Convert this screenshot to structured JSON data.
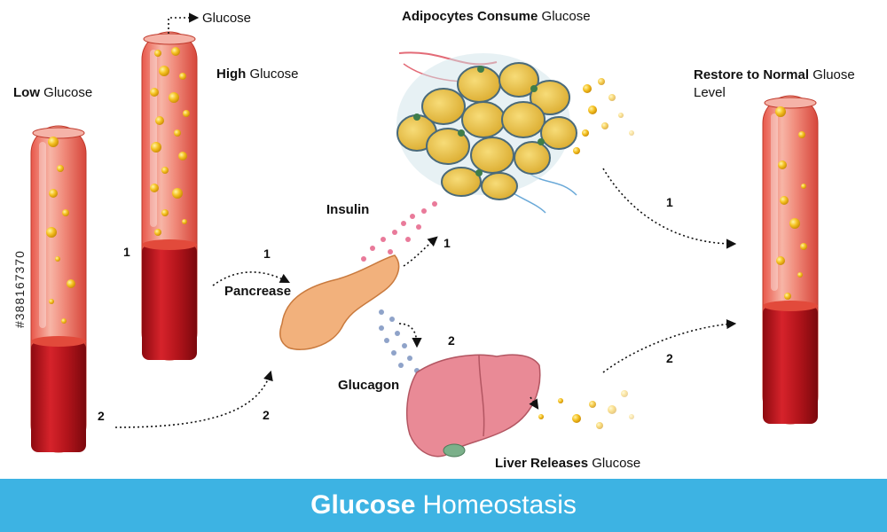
{
  "labels": {
    "glucose_top": "Glucose",
    "low_bold": "Low",
    "low_rest": "Glucose",
    "high_bold": "High",
    "high_rest": "Glucose",
    "adipo_bold": "Adipocytes Consume",
    "adipo_rest": "Glucose",
    "restore_bold": "Restore to Normal",
    "restore_rest": "Gluose",
    "restore_line2": "Level",
    "insulin": "Insulin",
    "pancreas": "Pancrease",
    "glucagon": "Glucagon",
    "liver_bold": "Liver Releases",
    "liver_rest": "Glucose"
  },
  "steps": {
    "tube2_1": "1",
    "tube1_2": "2",
    "arrow_pancreas_1": "1",
    "arrow_pancreas_2": "2",
    "insulin_1": "1",
    "glucagon_2": "2",
    "adipo_1": "1",
    "liver_2": "2"
  },
  "footer": {
    "title_bold": "Glucose",
    "title_rest": "Homeostasis"
  },
  "watermark": "#388167370",
  "colors": {
    "blood_dark": "#b3141b",
    "blood_light": "#f08a7a",
    "glucose": "#f2b414",
    "insulin_dots": "#e97a9a",
    "glucagon_dots": "#8fa3c9",
    "footer": "#3db3e3",
    "pancreas": "#f2b17c",
    "liver": "#e98a96",
    "adipocyte": "#e9c24a"
  }
}
